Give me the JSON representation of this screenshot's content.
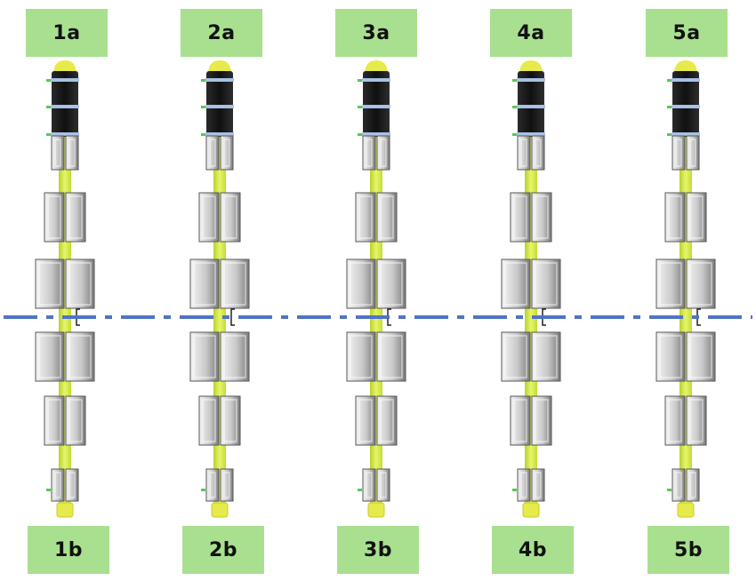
{
  "columns": [
    {
      "top_label": "1a",
      "bottom_label": "1b"
    },
    {
      "top_label": "2a",
      "bottom_label": "2b"
    },
    {
      "top_label": "3a",
      "bottom_label": "3b"
    },
    {
      "top_label": "4a",
      "bottom_label": "4b"
    },
    {
      "top_label": "5a",
      "bottom_label": "5b"
    }
  ],
  "colors": {
    "label_bg": "#a8e08f",
    "rod": "#d8ec4a",
    "rod_dark": "#b9d22a",
    "cap": "#e6ea4a",
    "dark_segment": "#1e1e1e",
    "ring": "#a7c2e6",
    "block_light": "#f2f2f2",
    "block_mid": "#b5b5b5",
    "block_dark": "#6e6e6e",
    "dashed_line": "#4f74c6",
    "green_tick": "#59c75a"
  }
}
